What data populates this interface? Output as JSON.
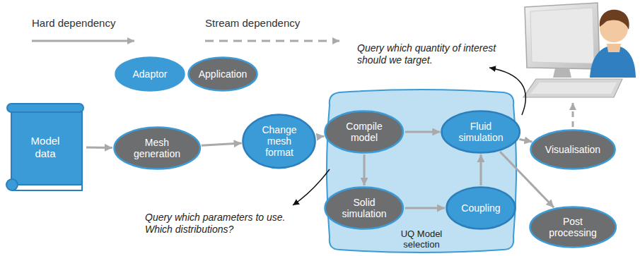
{
  "diagram": {
    "nodes": [
      {
        "text": [
          "Model data"
        ]
      },
      {
        "text": [
          "Mesh generation"
        ]
      },
      {
        "text": [
          "Change mesh format"
        ]
      },
      {
        "text": [
          "UQ Model selection"
        ]
      },
      {
        "text": [
          "Compile model"
        ],
        "in": 3
      },
      {
        "text": [
          "Fluid simulation"
        ],
        "in": 3
      },
      {
        "text": [
          "Solid simulation"
        ],
        "in": 3
      },
      {
        "text": [
          "Coupling"
        ],
        "in": 3
      },
      {
        "text": [
          "Visualisation"
        ]
      },
      {
        "text": [
          "Post processing"
        ]
      }
    ],
    "edges": [
      {
        "from": 0,
        "to": 1,
        "arrow": "to"
      },
      {
        "from": 1,
        "to": 2,
        "arrow": "to"
      },
      {
        "from": 2,
        "to": 4,
        "arrow": "to"
      },
      {
        "from": 4,
        "to": 5,
        "arrow": "to"
      },
      {
        "from": 4,
        "to": 6,
        "arrow": "to"
      },
      {
        "from": 6,
        "to": 7,
        "arrow": "to"
      },
      {
        "from": 7,
        "to": 5,
        "arrow": "to"
      },
      {
        "from": 5,
        "to": 8,
        "arrow": "to"
      },
      {
        "from": 5,
        "to": 9,
        "arrow": "to"
      }
    ],
    "labels": [
      "Query which quantity of interest should we target.",
      "Query which parameters to use. Which distributions?"
    ],
    "legend": [
      {
        "text": "Hard dependency"
      },
      {
        "text": "Stream dependency"
      },
      {
        "text": "Adaptor",
        "color": "#3b9bd6"
      },
      {
        "text": "Application",
        "color": "#6d6e70"
      }
    ]
  }
}
